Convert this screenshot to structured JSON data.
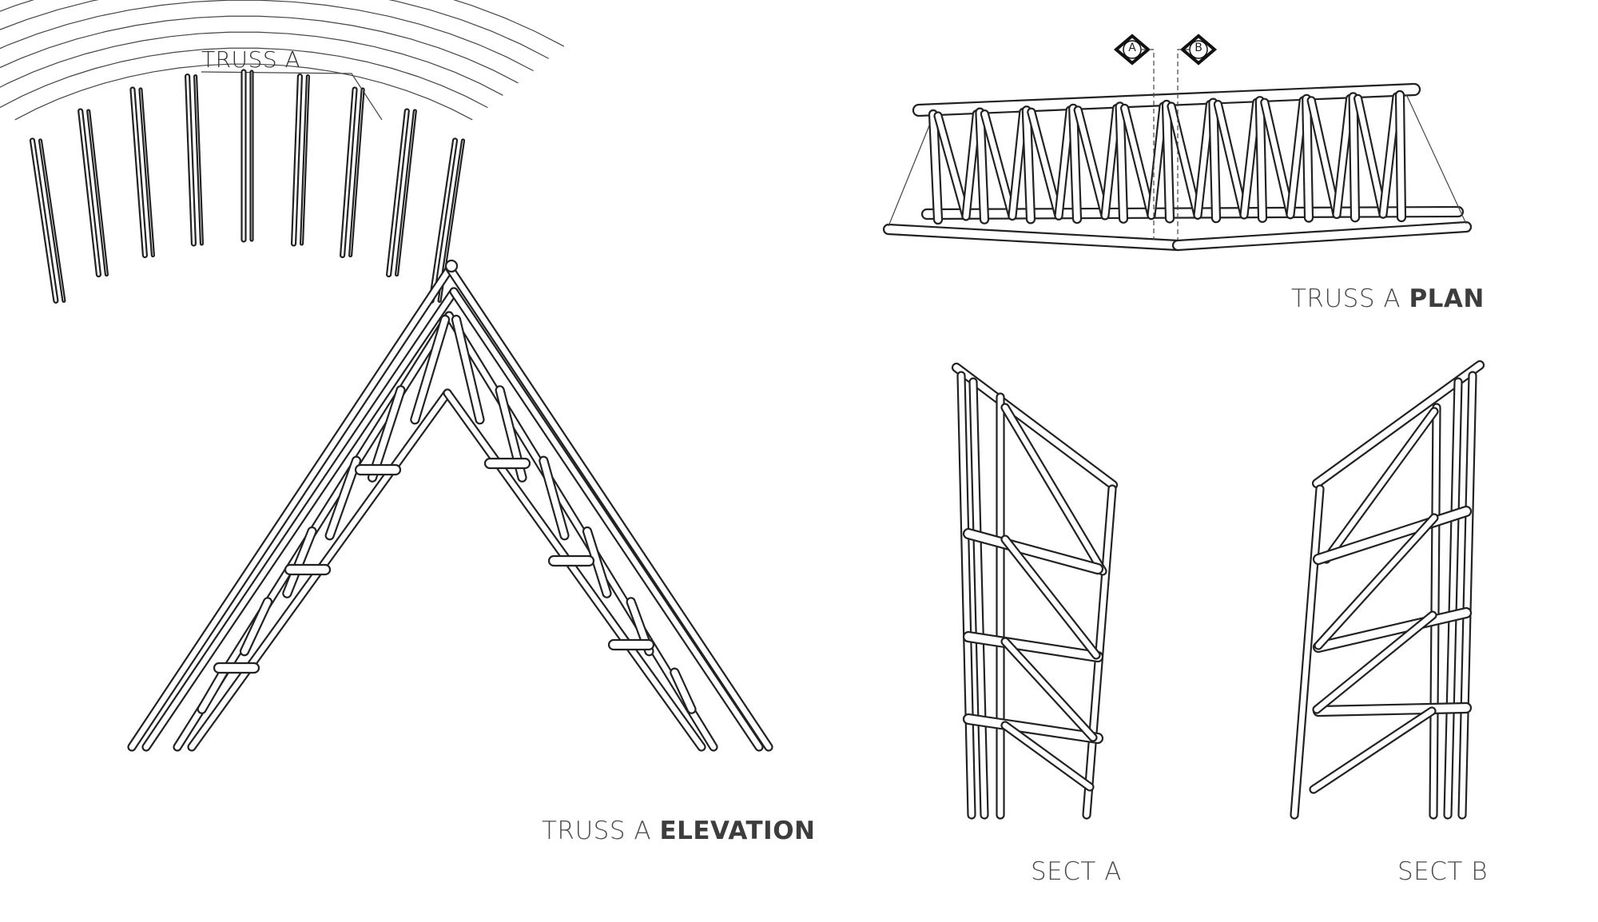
{
  "labels": {
    "key_plan": "TRUSS A",
    "plan_prefix": "TRUSS A ",
    "plan_bold": "PLAN",
    "elevation_prefix": "TRUSS A ",
    "elevation_bold": "ELEVATION",
    "section_a": "SECT A",
    "section_b": "SECT B"
  },
  "section_tags": {
    "a": "A",
    "b": "B"
  },
  "colors": {
    "line": "#222222",
    "text": "#4a4a4a",
    "background": "#ffffff"
  }
}
